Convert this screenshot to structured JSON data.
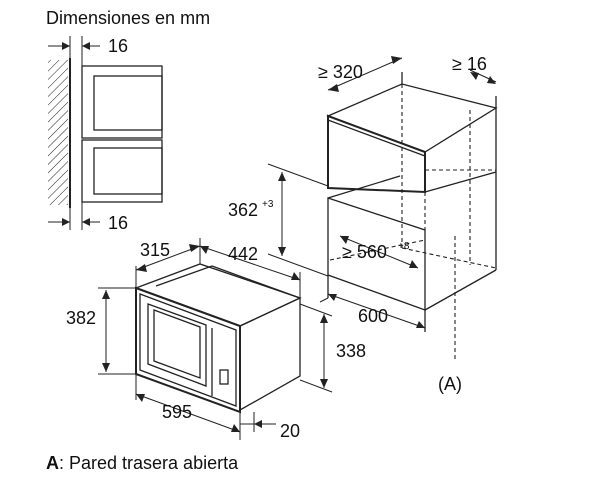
{
  "title": "Dimensiones en mm",
  "caption": {
    "key": "A",
    "text": ": Pared trasera abierta"
  },
  "dimensions": {
    "side_top_gap": "16",
    "side_bottom_gap": "16",
    "cabinet_depth": "≥ 320",
    "cabinet_back_gap": "≥ 16",
    "niche_height": "362",
    "niche_height_tol": "+3",
    "niche_width": "≥ 560",
    "niche_width_tol": "+8",
    "cabinet_width": "600",
    "oven_depth": "315",
    "oven_total_depth": "442",
    "oven_height": "382",
    "oven_body_height": "338",
    "oven_width": "595",
    "oven_front": "20"
  },
  "marker_label": "(A)"
}
